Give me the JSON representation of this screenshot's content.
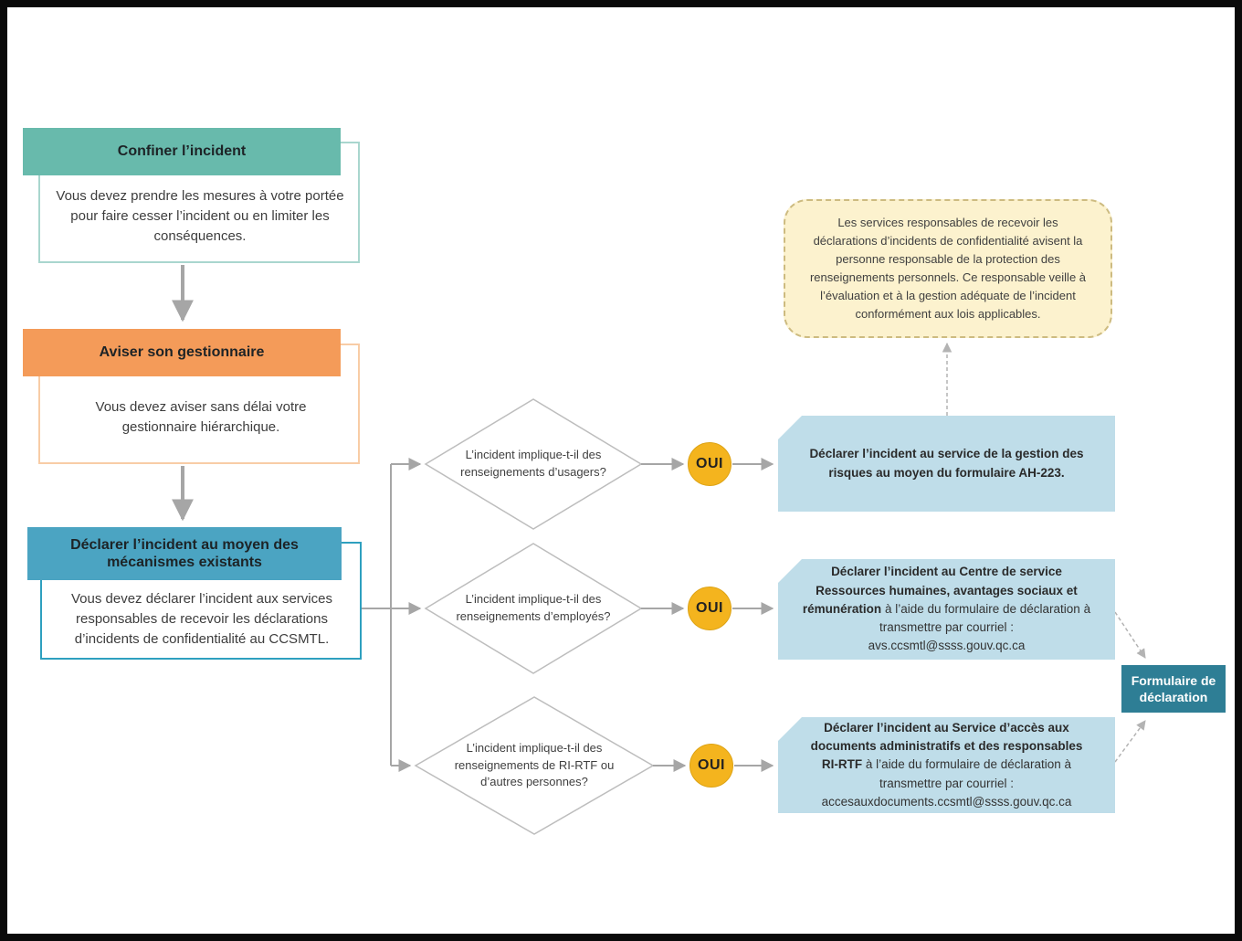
{
  "flowchart": {
    "steps": [
      {
        "title": "Confiner l’incident",
        "body": "Vous devez prendre les mesures à votre portée pour faire cesser l’incident ou en limiter les conséquences."
      },
      {
        "title": "Aviser son gestionnaire",
        "body": "Vous devez aviser sans délai votre gestionnaire hiérarchique."
      },
      {
        "title": "Déclarer l’incident au moyen des mécanismes existants",
        "body": "Vous devez déclarer l’incident aux services responsables de recevoir les déclarations d’incidents de confidentialité au CCSMTL."
      }
    ],
    "decisions": [
      {
        "question": "L’incident implique-t-il des renseignements d’usagers?",
        "answer": "OUI"
      },
      {
        "question": "L’incident implique-t-il des renseignements d’employés?",
        "answer": "OUI"
      },
      {
        "question": "L’incident implique-t-il des renseignements de RI-RTF ou d’autres personnes?",
        "answer": "OUI"
      }
    ],
    "outcomes": [
      {
        "bold": "Déclarer l’incident au service de la gestion des risques au moyen du formulaire AH-223.",
        "regular": ""
      },
      {
        "bold": "Déclarer l’incident au Centre de service Ressources humaines, avantages sociaux et rémunération",
        "regular": " à l’aide du formulaire de déclaration à transmettre par courriel : avs.ccsmtl@ssss.gouv.qc.ca"
      },
      {
        "bold": "Déclarer l’incident au Service d’accès aux documents administratifs et des responsables RI-RTF",
        "regular": " à l’aide du formulaire de déclaration à transmettre par courriel : accesauxdocuments.ccsmtl@ssss.gouv.qc.ca"
      }
    ],
    "note": "Les services responsables de recevoir les déclarations d’incidents de confidentialité avisent la personne responsable de la protection des renseignements personnels. Ce responsable veille à l’évaluation et à la gestion adéquate de l’incident conformément aux lois applicables.",
    "form_link": "Formulaire de déclaration",
    "colors": {
      "step1_header": "#68baac",
      "step1_outline": "#a9d6ce",
      "step2_header": "#f49b59",
      "step2_outline": "#f8cca6",
      "step3_header": "#4ba4c2",
      "step3_outline": "#2ea0bf",
      "outcome_fill": "#bfdde9",
      "note_fill": "#fcf2ce",
      "note_border": "#cdbb80",
      "oui_fill": "#f4b41e",
      "form_link_fill": "#2e7e95",
      "connector_grey": "#a6a6a6"
    }
  }
}
